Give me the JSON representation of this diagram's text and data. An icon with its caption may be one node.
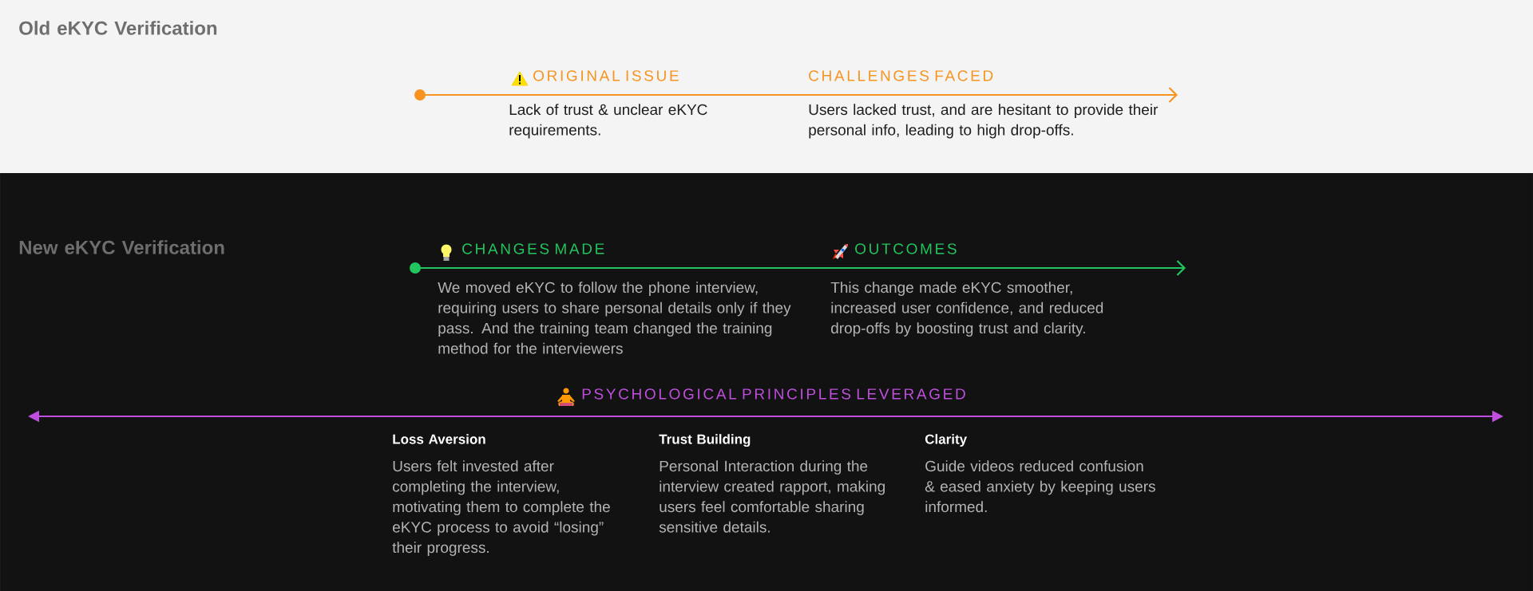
{
  "diagram": {
    "labels": [
      "Old eKYC Verification",
      "ORIGINAL ISSUE",
      "CHALLENGES FACED",
      "Lack of trust & unclear eKYC requirements.",
      "Users lacked trust, and are hesitant to provide their personal info, leading to high drop-offs.",
      "New eKYC Verification",
      "CHANGES MADE",
      "OUTCOMES",
      "We moved eKYC to follow the phone interview, requiring users to share personal details only if they pass. And the training team changed the training method for the interviewers",
      "This change made eKYC smoother, increased user confidence, and reduced drop-offs by boosting trust and clarity.",
      "PSYCHOLOGICAL PRINCIPLES LEVERAGED",
      "Loss Aversion",
      "Trust Building",
      "Clarity",
      "Users felt invested after completing the interview, motivating them to complete the eKYC process to avoid “losing” their progress.",
      "Personal Interaction during the interview created rapport, making users feel comfortable sharing sensitive details.",
      "Guide videos reduced confusion & eased anxiety by keeping users informed."
    ]
  }
}
